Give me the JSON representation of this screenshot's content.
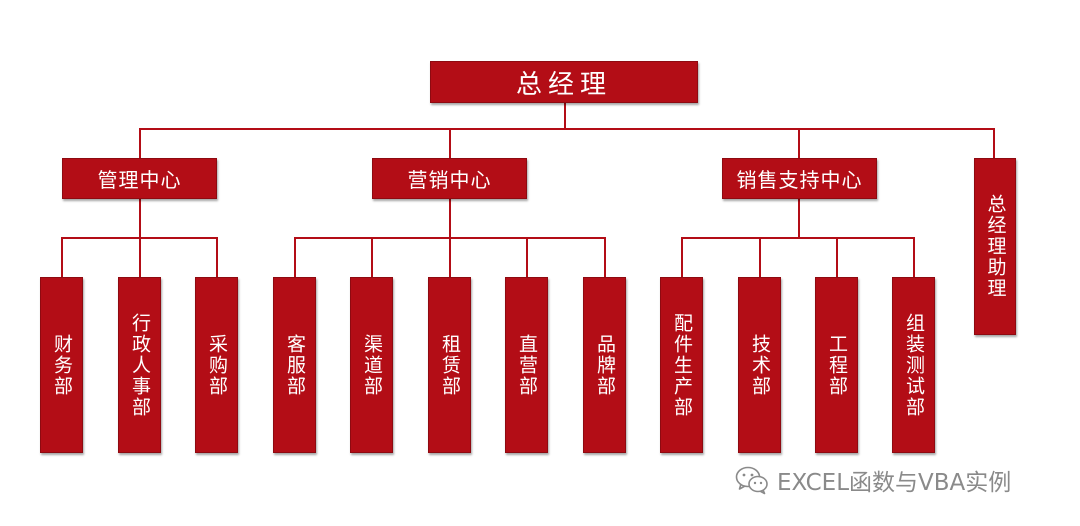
{
  "org": {
    "root": "总经理",
    "centers": {
      "management": {
        "label": "管理中心",
        "departments": [
          "财务部",
          "行政人事部",
          "采购部"
        ]
      },
      "marketing": {
        "label": "营销中心",
        "departments": [
          "客服部",
          "渠道部",
          "租赁部",
          "直营部",
          "品牌部"
        ]
      },
      "sales_support": {
        "label": "销售支持中心",
        "departments": [
          "配件生产部",
          "技术部",
          "工程部",
          "组装测试部"
        ]
      }
    },
    "assistant": "总经理助理"
  },
  "watermark": {
    "text": "EXCEL函数与VBA实例",
    "icon": "wechat-icon"
  },
  "colors": {
    "box_fill": "#b30d16",
    "line": "#b30d16",
    "text": "#ffffff",
    "watermark": "#8a8a8a"
  }
}
